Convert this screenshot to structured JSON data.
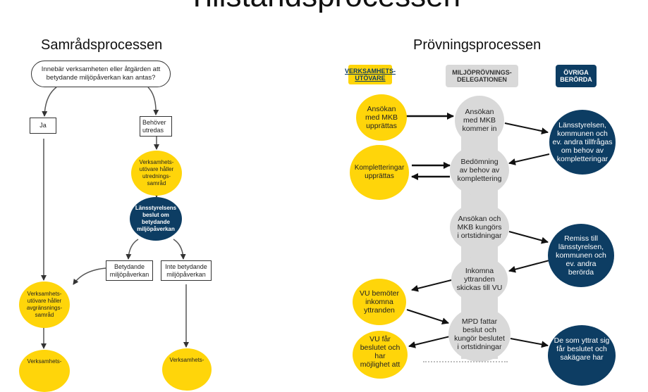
{
  "page": {
    "title": "Tillståndsprocessen"
  },
  "samrad": {
    "title": "Samrådsprocessen",
    "question": "Innebär verksamheten eller åtgärden att\nbetydande miljöpåverkan kan antas?",
    "ja": "Ja",
    "behover": "Behöver\nutredas",
    "utredningssamrad": "Verksamhets-\nutövare håller\nutrednings-\nsamråd",
    "lansstyrelsens_beslut": "Länsstyrelsens\nbeslut om\nbetydande\nmiljöpåverkan",
    "betydande": "Betydande\nmiljöpåverkan",
    "inte_betydande": "Inte betydande\nmiljöpåverkan",
    "avgransningssamrad": "Verksamhets-\nutövare håller\navgränsnings-\nsamråd",
    "verksamhets_left": "Verksamhets-",
    "verksamhets_right": "Verksamhets-"
  },
  "provning": {
    "title": "Prövningsprocessen",
    "headers": {
      "verksamhetsutovare": "VERKSAMHETS-\nUTÖVARE",
      "mpd": "MILJÖPRÖVNINGS-\nDELEGATIONEN",
      "ovriga": "ÖVRIGA\nBERÖRDA"
    },
    "ansokan_mkb_upprattas": "Ansökan\nmed MKB\nupprättas",
    "ansokan_mkb_kommer_in": "Ansökan\nmed MKB\nkommer in",
    "lansstyrelsen_tillfragas": "Länsstyrelsen,\nkommunen och\nev. andra tillfrågas\nom behov av\nkompletteringar",
    "kompletteringar_upprattas": "Kompletteringar\nupprättas",
    "bedomning": "Bedömning\nav behov av\nkomplettering",
    "ansokan_kungors": "Ansökan och\nMKB kungörs\ni ortstidningar",
    "remiss": "Remiss till\nlänsstyrelsen,\nkommunen och\nev. andra\nberörda",
    "inkomna_yttranden": "Inkomna\nyttranden\nskickas till VU",
    "vu_bemoter": "VU bemöter\ninkomna\nyttranden",
    "mpd_fattar": "MPD fattar\nbeslut och\nkungör beslutet\ni ortstidningar",
    "vu_far": "VU får\nbeslutet och har\nmöjlighet att",
    "de_som_yttrat": "De som yttrat sig\nfår beslutet och\nsakägare har"
  },
  "colors": {
    "yellow": "#ffd50a",
    "navy": "#0d3d63",
    "grey": "#d9d9d9"
  }
}
